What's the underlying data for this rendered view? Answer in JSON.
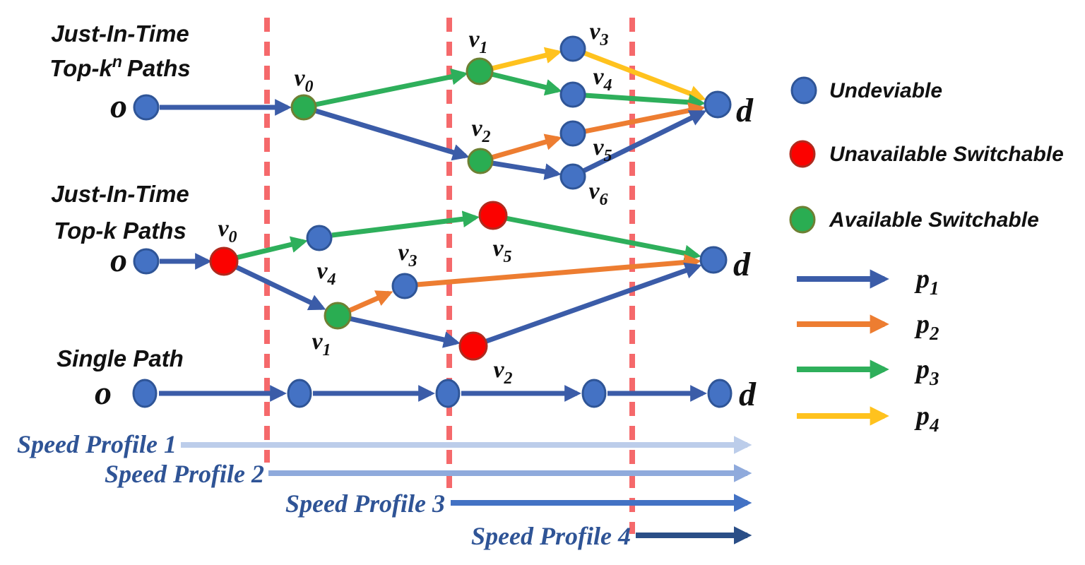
{
  "rows": {
    "topkn": {
      "title1": "Just-In-Time",
      "title2_base": "Top-k",
      "title2_sup": "n",
      "title2_rest": "Paths"
    },
    "topk": {
      "title1": "Just-In-Time",
      "title2": "Top-k Paths"
    },
    "single": {
      "title": "Single Path"
    }
  },
  "colors": {
    "node_blue": "#4472C4",
    "node_blue_border": "#2F5597",
    "node_red": "#FB0200",
    "node_red_border": "#B02A1E",
    "node_green": "#2AAD52",
    "node_green_border": "#6E8033",
    "edge_navy": "#3B5CA8",
    "edge_orange": "#ED7D31",
    "edge_green": "#2EAF5B",
    "edge_yellow": "#FFC21E",
    "dashed_line": "#F5696B",
    "speed1": "#BCCDEA",
    "speed2": "#8FAADC",
    "speed3": "#4372C4",
    "speed4": "#2A4E87",
    "speed_text": "#2F5496"
  },
  "graph1": {
    "origin": "o",
    "dest": "d",
    "nodes": [
      {
        "base": "v",
        "sub": "0",
        "status": "available-switchable"
      },
      {
        "base": "v",
        "sub": "1",
        "status": "available-switchable"
      },
      {
        "base": "v",
        "sub": "2",
        "status": "available-switchable"
      },
      {
        "base": "v",
        "sub": "3",
        "status": "undeviable"
      },
      {
        "base": "v",
        "sub": "4",
        "status": "undeviable"
      },
      {
        "base": "v",
        "sub": "5",
        "status": "undeviable"
      },
      {
        "base": "v",
        "sub": "6",
        "status": "undeviable"
      }
    ],
    "edges": [
      {
        "from": "o",
        "to": "v0",
        "path": "p1"
      },
      {
        "from": "v0",
        "to": "v1",
        "path": "p3"
      },
      {
        "from": "v0",
        "to": "v2",
        "path": "p1"
      },
      {
        "from": "v1",
        "to": "v3",
        "path": "p4"
      },
      {
        "from": "v1",
        "to": "v4",
        "path": "p3"
      },
      {
        "from": "v2",
        "to": "v5",
        "path": "p2"
      },
      {
        "from": "v2",
        "to": "v6",
        "path": "p1"
      },
      {
        "from": "v3",
        "to": "d",
        "path": "p4"
      },
      {
        "from": "v4",
        "to": "d",
        "path": "p3"
      },
      {
        "from": "v5",
        "to": "d",
        "path": "p2"
      },
      {
        "from": "v6",
        "to": "d",
        "path": "p1"
      }
    ]
  },
  "graph2": {
    "origin": "o",
    "dest": "d",
    "nodes": [
      {
        "base": "v",
        "sub": "0",
        "status": "unavailable-switchable"
      },
      {
        "base": "v",
        "sub": "4",
        "status": "undeviable"
      },
      {
        "base": "v",
        "sub": "1",
        "status": "available-switchable"
      },
      {
        "base": "v",
        "sub": "3",
        "status": "undeviable"
      },
      {
        "base": "v",
        "sub": "5",
        "status": "unavailable-switchable"
      },
      {
        "base": "v",
        "sub": "2",
        "status": "unavailable-switchable"
      }
    ],
    "edges": [
      {
        "from": "o",
        "to": "v0",
        "path": "p1"
      },
      {
        "from": "v0",
        "to": "v4",
        "path": "p3"
      },
      {
        "from": "v0",
        "to": "v1",
        "path": "p1"
      },
      {
        "from": "v4",
        "to": "v5",
        "path": "p3"
      },
      {
        "from": "v5",
        "to": "d",
        "path": "p3"
      },
      {
        "from": "v1",
        "to": "v3",
        "path": "p2"
      },
      {
        "from": "v3",
        "to": "d",
        "path": "p2"
      },
      {
        "from": "v1",
        "to": "v2",
        "path": "p1"
      },
      {
        "from": "v2",
        "to": "d",
        "path": "p1"
      }
    ]
  },
  "single_path": {
    "origin": "o",
    "dest": "d",
    "edges": [
      {
        "from": "o",
        "to": "n1",
        "path": "p1"
      },
      {
        "from": "n1",
        "to": "n2",
        "path": "p1"
      },
      {
        "from": "n2",
        "to": "n3",
        "path": "p1"
      },
      {
        "from": "n3",
        "to": "d",
        "path": "p1"
      }
    ]
  },
  "legend": {
    "node_types": [
      {
        "label": "Undeviable",
        "color": "#4472C4"
      },
      {
        "label": "Unavailable Switchable",
        "color": "#FB0200"
      },
      {
        "label": "Available Switchable",
        "color": "#2AAD52"
      }
    ],
    "paths": [
      {
        "base": "p",
        "sub": "1",
        "color": "#3B5CA8"
      },
      {
        "base": "p",
        "sub": "2",
        "color": "#ED7D31"
      },
      {
        "base": "p",
        "sub": "3",
        "color": "#2EAF5B"
      },
      {
        "base": "p",
        "sub": "4",
        "color": "#FFC21E"
      }
    ]
  },
  "speed_profiles": [
    {
      "label": "Speed Profile 1"
    },
    {
      "label": "Speed Profile 2"
    },
    {
      "label": "Speed Profile 3"
    },
    {
      "label": "Speed Profile 4"
    }
  ]
}
